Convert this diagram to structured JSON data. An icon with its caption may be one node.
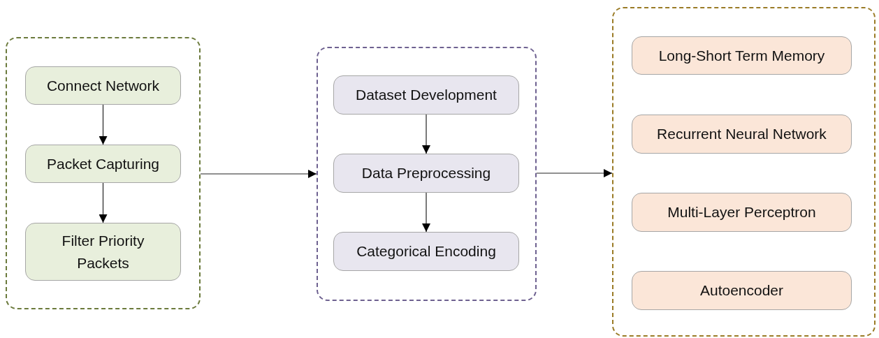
{
  "diagram": {
    "nodes": [
      {
        "text": [],
        "shape": "box"
      },
      {
        "text": [
          "Connect Network"
        ],
        "in": 0
      },
      {
        "text": [
          "Packet Capturing"
        ],
        "in": 0
      },
      {
        "text": [
          "Filter Priority Packets"
        ],
        "in": 0
      },
      {
        "text": [],
        "shape": "box"
      },
      {
        "text": [
          "Dataset Development"
        ],
        "in": 4
      },
      {
        "text": [
          "Data Preprocessing"
        ],
        "in": 4
      },
      {
        "text": [
          "Categorical Encoding"
        ],
        "in": 4
      },
      {
        "text": [],
        "shape": "box"
      },
      {
        "text": [
          "Long-Short Term Memory"
        ],
        "in": 8
      },
      {
        "text": [
          "Recurrent Neural Network"
        ],
        "in": 8
      },
      {
        "text": [
          "Multi-Layer Perceptron"
        ],
        "in": 8
      },
      {
        "text": [
          "Autoencoder"
        ],
        "in": 8
      }
    ],
    "edges": [
      {
        "from": 1,
        "to": 2,
        "arrow": "to"
      },
      {
        "from": 2,
        "to": 3,
        "arrow": "to"
      },
      {
        "from": 0,
        "to": 4,
        "arrow": "to"
      },
      {
        "from": 5,
        "to": 6,
        "arrow": "to"
      },
      {
        "from": 6,
        "to": 7,
        "arrow": "to"
      },
      {
        "from": 4,
        "to": 8,
        "arrow": "to"
      }
    ]
  }
}
